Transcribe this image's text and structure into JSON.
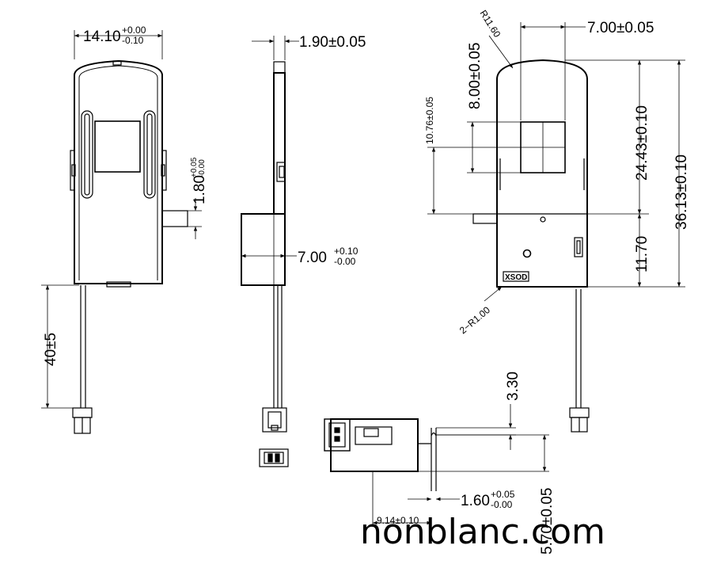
{
  "dimensions": {
    "front_width": {
      "main": "14.10",
      "tol_upper": "+0.00",
      "tol_lower": "-0.10"
    },
    "side_thickness": "1.90±0.05",
    "tab_height": {
      "main": "1.80",
      "tol_upper": "+0.05",
      "tol_lower": "-0.00"
    },
    "side_depth": {
      "main": "7.00",
      "tol_upper": "+0.10",
      "tol_lower": "-0.00"
    },
    "wire_length": "40±5",
    "top_radius": "R11.60",
    "window_width": "7.00±0.05",
    "window_height": "8.00±0.05",
    "window_offset": "10.76±0.05",
    "upper_height": "24.43±0.10",
    "total_height": "36.13±0.10",
    "lower_height": "11.70",
    "corner_radius": "2−R1.00",
    "marking": "XSOD",
    "bottom_tab_height": "3.30",
    "bottom_tab_thickness": {
      "main": "1.60",
      "tol_upper": "+0.05",
      "tol_lower": "-0.00"
    },
    "bottom_offset": "9.14±0.10",
    "bottom_depth": "5.70±0.05"
  },
  "watermark": "nonblanc.com"
}
